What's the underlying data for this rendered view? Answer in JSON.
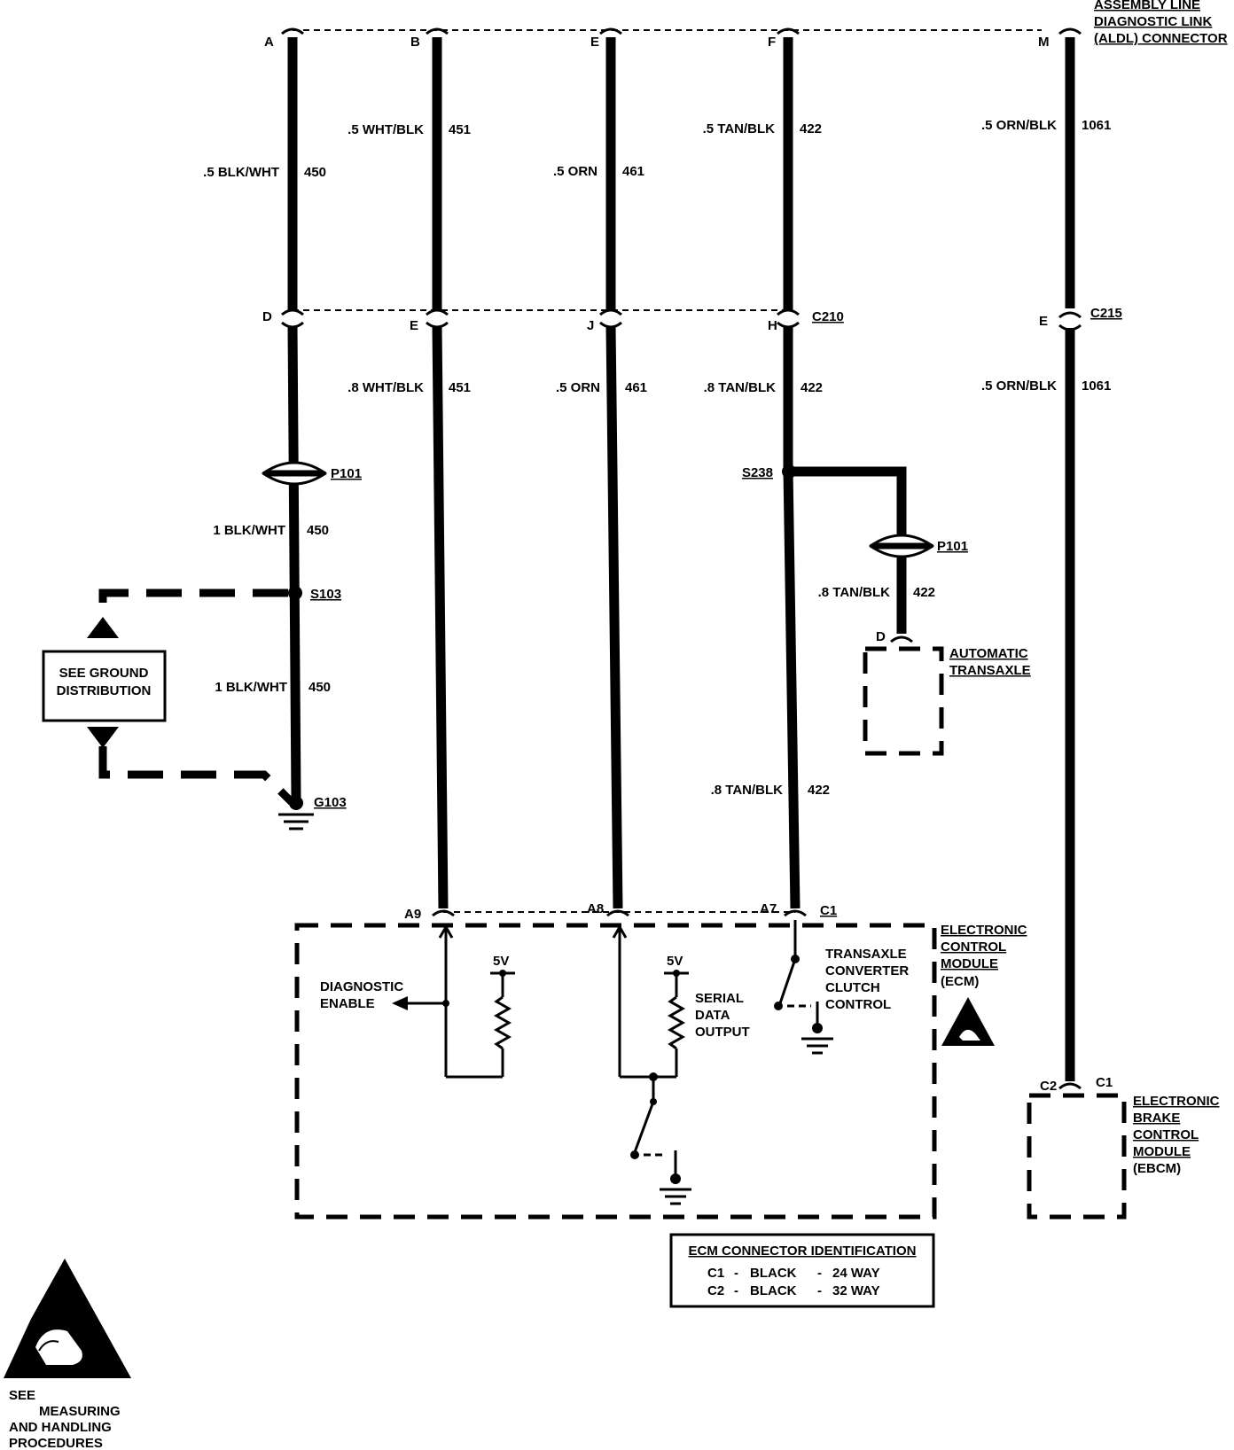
{
  "aldl": {
    "title_lines": [
      "ASSEMBLY LINE",
      "DIAGNOSTIC LINK",
      "(ALDL) CONNECTOR"
    ],
    "pins": [
      "A",
      "B",
      "E",
      "F",
      "M"
    ]
  },
  "upper_wires": [
    {
      "label": ".5 BLK/WHT",
      "circuit": "450"
    },
    {
      "label": ".5 WHT/BLK",
      "circuit": "451"
    },
    {
      "label": ".5 ORN",
      "circuit": "461"
    },
    {
      "label": ".5 TAN/BLK",
      "circuit": "422"
    },
    {
      "label": ".5 ORN/BLK",
      "circuit": "1061"
    }
  ],
  "c210": {
    "name": "C210",
    "pins": [
      "D",
      "E",
      "J",
      "H"
    ]
  },
  "c215": {
    "name": "C215",
    "pin": "E"
  },
  "mid_wires": [
    {
      "label": ".8 WHT/BLK",
      "circuit": "451"
    },
    {
      "label": ".5 ORN",
      "circuit": "461"
    },
    {
      "label": ".8 TAN/BLK",
      "circuit": "422"
    },
    {
      "label": ".5 ORN/BLK",
      "circuit": "1061"
    }
  ],
  "ground_branch": {
    "p101": "P101",
    "wire1": {
      "label": "1 BLK/WHT",
      "circuit": "450"
    },
    "s103": "S103",
    "wire2": {
      "label": "1 BLK/WHT",
      "circuit": "450"
    },
    "g103": "G103",
    "see_box": [
      "SEE GROUND",
      "DISTRIBUTION"
    ]
  },
  "transaxle_branch": {
    "s238": "S238",
    "p101": "P101",
    "wire": {
      "label": ".8 TAN/BLK",
      "circuit": "422"
    },
    "pin": "D",
    "component": [
      "AUTOMATIC",
      "TRANSAXLE"
    ]
  },
  "lower_tan": {
    "label": ".8 TAN/BLK",
    "circuit": "422"
  },
  "ecm": {
    "pins": [
      "A9",
      "A8",
      "A7"
    ],
    "connector": "C1",
    "title": [
      "ELECTRONIC",
      "CONTROL",
      "MODULE",
      "(ECM)"
    ],
    "diag_enable": [
      "DIAGNOSTIC",
      "ENABLE"
    ],
    "v1": "5V",
    "v2": "5V",
    "serial": [
      "SERIAL",
      "DATA",
      "OUTPUT"
    ],
    "tcc": [
      "TRANSAXLE",
      "CONVERTER",
      "CLUTCH",
      "CONTROL"
    ]
  },
  "ebcm": {
    "pins": [
      "C2",
      "C1"
    ],
    "title": [
      "ELECTRONIC",
      "BRAKE",
      "CONTROL",
      "MODULE",
      "(EBCM)"
    ]
  },
  "ecm_id_table": {
    "title": "ECM CONNECTOR IDENTIFICATION",
    "rows": [
      {
        "conn": "C1",
        "dash1": "-",
        "color": "BLACK",
        "dash2": "-",
        "ways": "24 WAY"
      },
      {
        "conn": "C2",
        "dash1": "-",
        "color": "BLACK",
        "dash2": "-",
        "ways": "32 WAY"
      }
    ]
  },
  "esd_note": [
    "SEE",
    "MEASURING",
    "AND HANDLING",
    "PROCEDURES"
  ]
}
